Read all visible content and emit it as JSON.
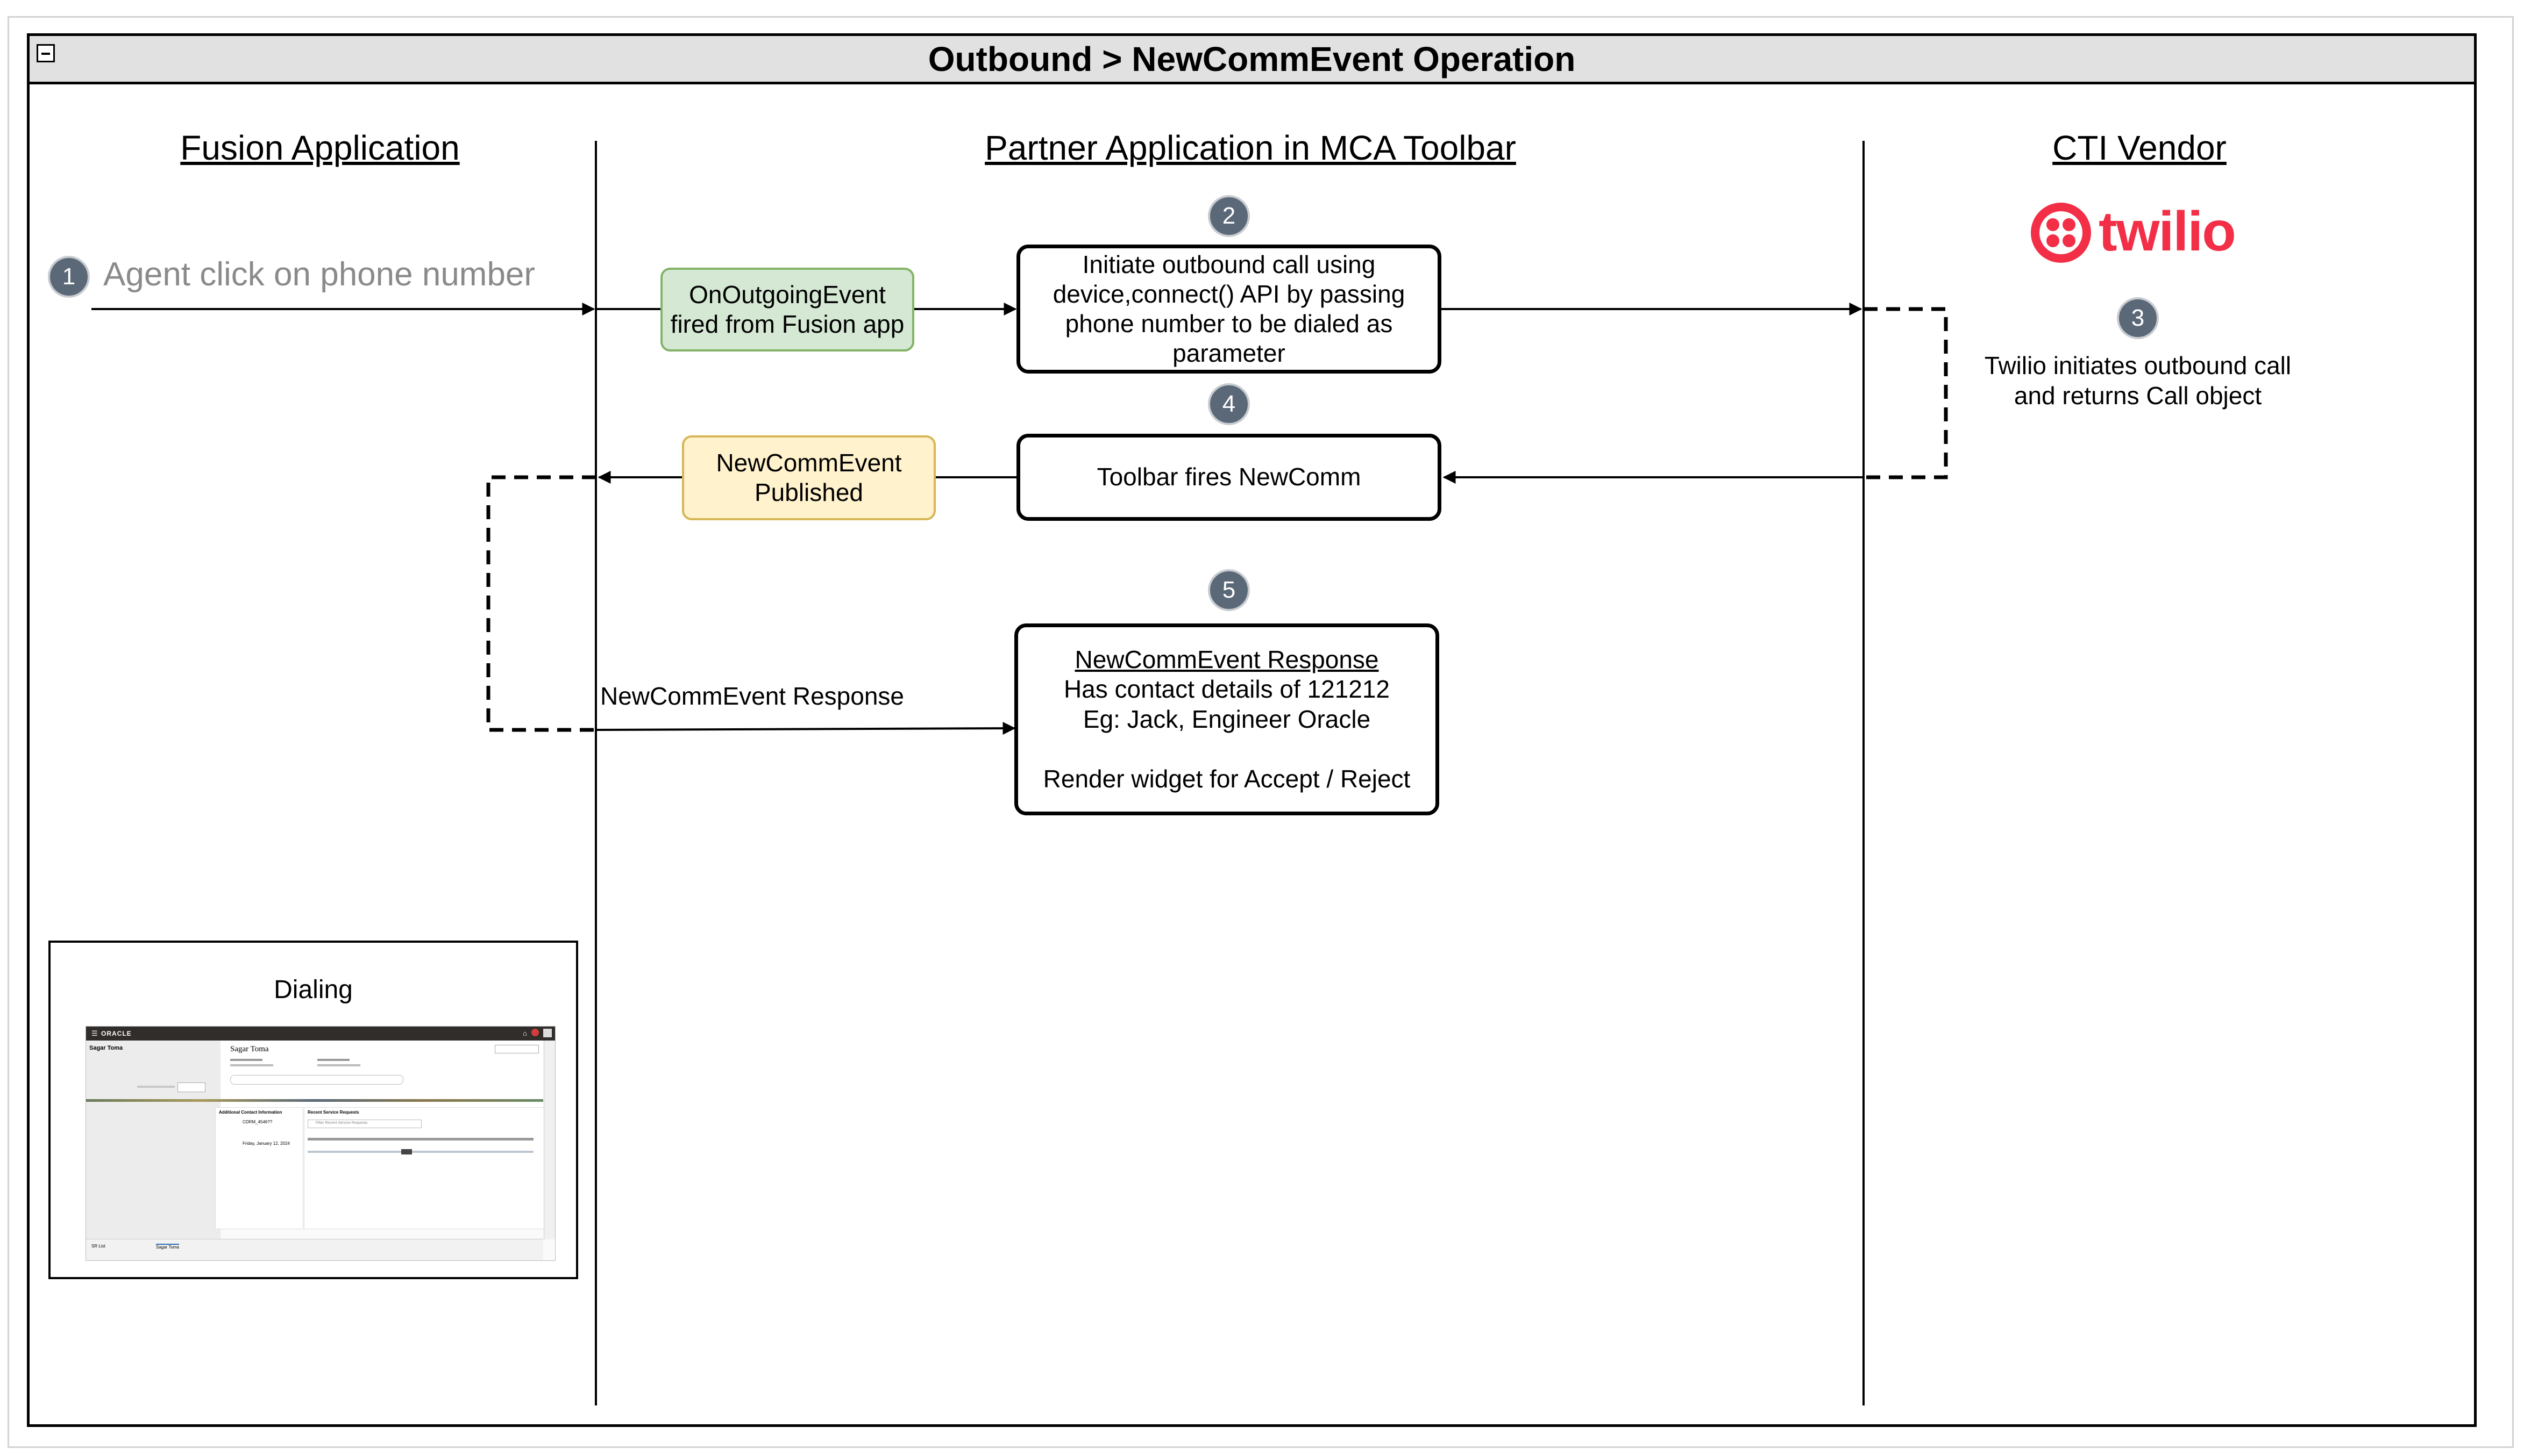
{
  "diagram": {
    "title": "Outbound > NewCommEvent Operation",
    "lanes": [
      {
        "title": "Fusion Application"
      },
      {
        "title": "Partner Application in MCA Toolbar"
      },
      {
        "title": "CTI Vendor"
      }
    ],
    "steps": {
      "s1": {
        "badge": "1",
        "text": "Agent click on phone number"
      },
      "s2": {
        "badge": "2",
        "text": "Initiate outbound call using\ndevice,connect() API by passing\nphone number to be dialed as\nparameter"
      },
      "s3": {
        "badge": "3",
        "text": "Twilio initiates outbound call\nand returns Call object"
      },
      "s4": {
        "badge": "4",
        "text": "Toolbar fires NewComm"
      },
      "s5": {
        "badge": "5",
        "heading": "NewCommEvent Response",
        "lines": [
          "Has contact details of 121212",
          "Eg: Jack, Engineer Oracle",
          "",
          "Render widget for Accept / Reject"
        ]
      }
    },
    "event_boxes": {
      "outgoing": "OnOutgoingEvent\nfired from Fusion app",
      "published": "NewCommEvent\nPublished"
    },
    "response_label": "NewCommEvent Response",
    "vendor_logo": {
      "text": "twilio",
      "color": "#f22f46"
    },
    "thumbnail": {
      "title": "Dialing",
      "app": {
        "brand": "ORACLE",
        "contact_name": "Sagar Toma",
        "header_name": "Sagar Toma",
        "tab_label": "Sagar Toma",
        "left_tab": "SR List",
        "section_left": "Additional Contact Information",
        "section_right": "Recent Service Requests",
        "date": "Friday, January 12, 2024",
        "filter_placeholder": "Filter Recent Service Requests",
        "contact_id": "CDRM_4546??"
      }
    },
    "colors": {
      "green_fill": "#d5e8d4",
      "green_stroke": "#82b366",
      "yellow_fill": "#fff2cc",
      "yellow_stroke": "#d6b656",
      "badge": "#5a6878",
      "title_bar": "#e1e1e1"
    }
  }
}
